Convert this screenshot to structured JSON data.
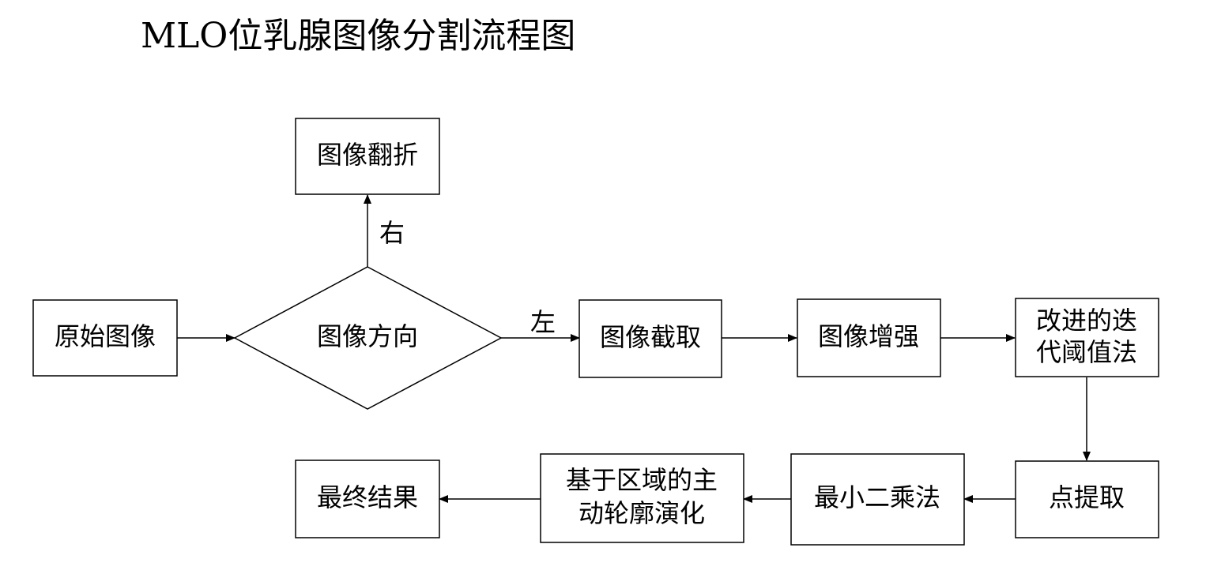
{
  "title": "MLO位乳腺图像分割流程图",
  "nodes": {
    "original": "原始图像",
    "direction": "图像方向",
    "flip": "图像翻折",
    "crop": "图像截取",
    "enhance": "图像增强",
    "threshold_line1": "改进的迭",
    "threshold_line2": "代阈值法",
    "points": "点提取",
    "least_squares": "最小二乘法",
    "contour_line1": "基于区域的主",
    "contour_line2": "动轮廓演化",
    "final": "最终结果"
  },
  "edge_labels": {
    "right": "右",
    "left": "左"
  },
  "colors": {
    "stroke": "#000000",
    "fill": "#ffffff",
    "text": "#000000"
  }
}
